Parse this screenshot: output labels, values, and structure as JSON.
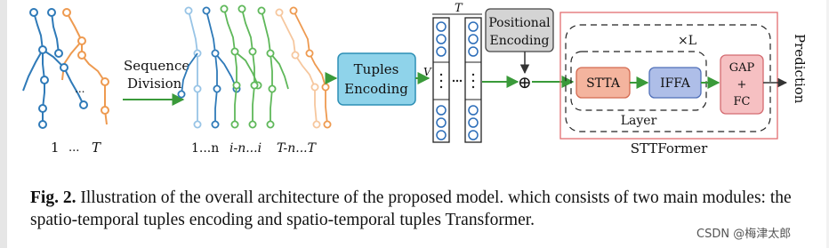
{
  "diagram": {
    "left_labels": {
      "sequence": "Sequence",
      "division": "Division",
      "one": "1",
      "dots": "...",
      "T": "T"
    },
    "mid_labels": {
      "one_n": "1...n",
      "i_n_i": "i-n...i",
      "T_n_T": "T-n...T"
    },
    "tuples_encoding": {
      "line1": "Tuples",
      "line2": "Encoding"
    },
    "matrix": {
      "T": "T",
      "V": "V"
    },
    "positional_encoding": {
      "line1": "Positional",
      "line2": "Encoding"
    },
    "plus_symbol": "⊕",
    "xL": "×L",
    "stta": "STTA",
    "iffa": "IFFA",
    "layer": "Layer",
    "gap_fc": {
      "line1": "GAP",
      "line2": "+",
      "line3": "FC"
    },
    "prediction": "Prediction",
    "sttformer": "STTFormer",
    "colors": {
      "blue": "#2f7ab8",
      "orange": "#ee9a50",
      "green": "#5fb85a",
      "light_blue": "#98c4e6",
      "light_orange": "#f6c79e",
      "arrow_green": "#3a9a3a",
      "cyan_box": "#8fd3ea",
      "gray_box": "#d4d4d4",
      "stta_fill": "#f4b49e",
      "iffa_fill": "#aebee8",
      "gap_fill": "#f6c0c2",
      "red_border": "#e26d70",
      "blue_circle": "#2a6cb8"
    }
  },
  "caption": {
    "label": "Fig. 2.",
    "text": " Illustration of the overall architecture of the proposed model. which consists of two main modules: the spatio-temporal tuples encoding and spatio-temporal tuples Transformer."
  },
  "watermark": "CSDN @梅津太郎"
}
